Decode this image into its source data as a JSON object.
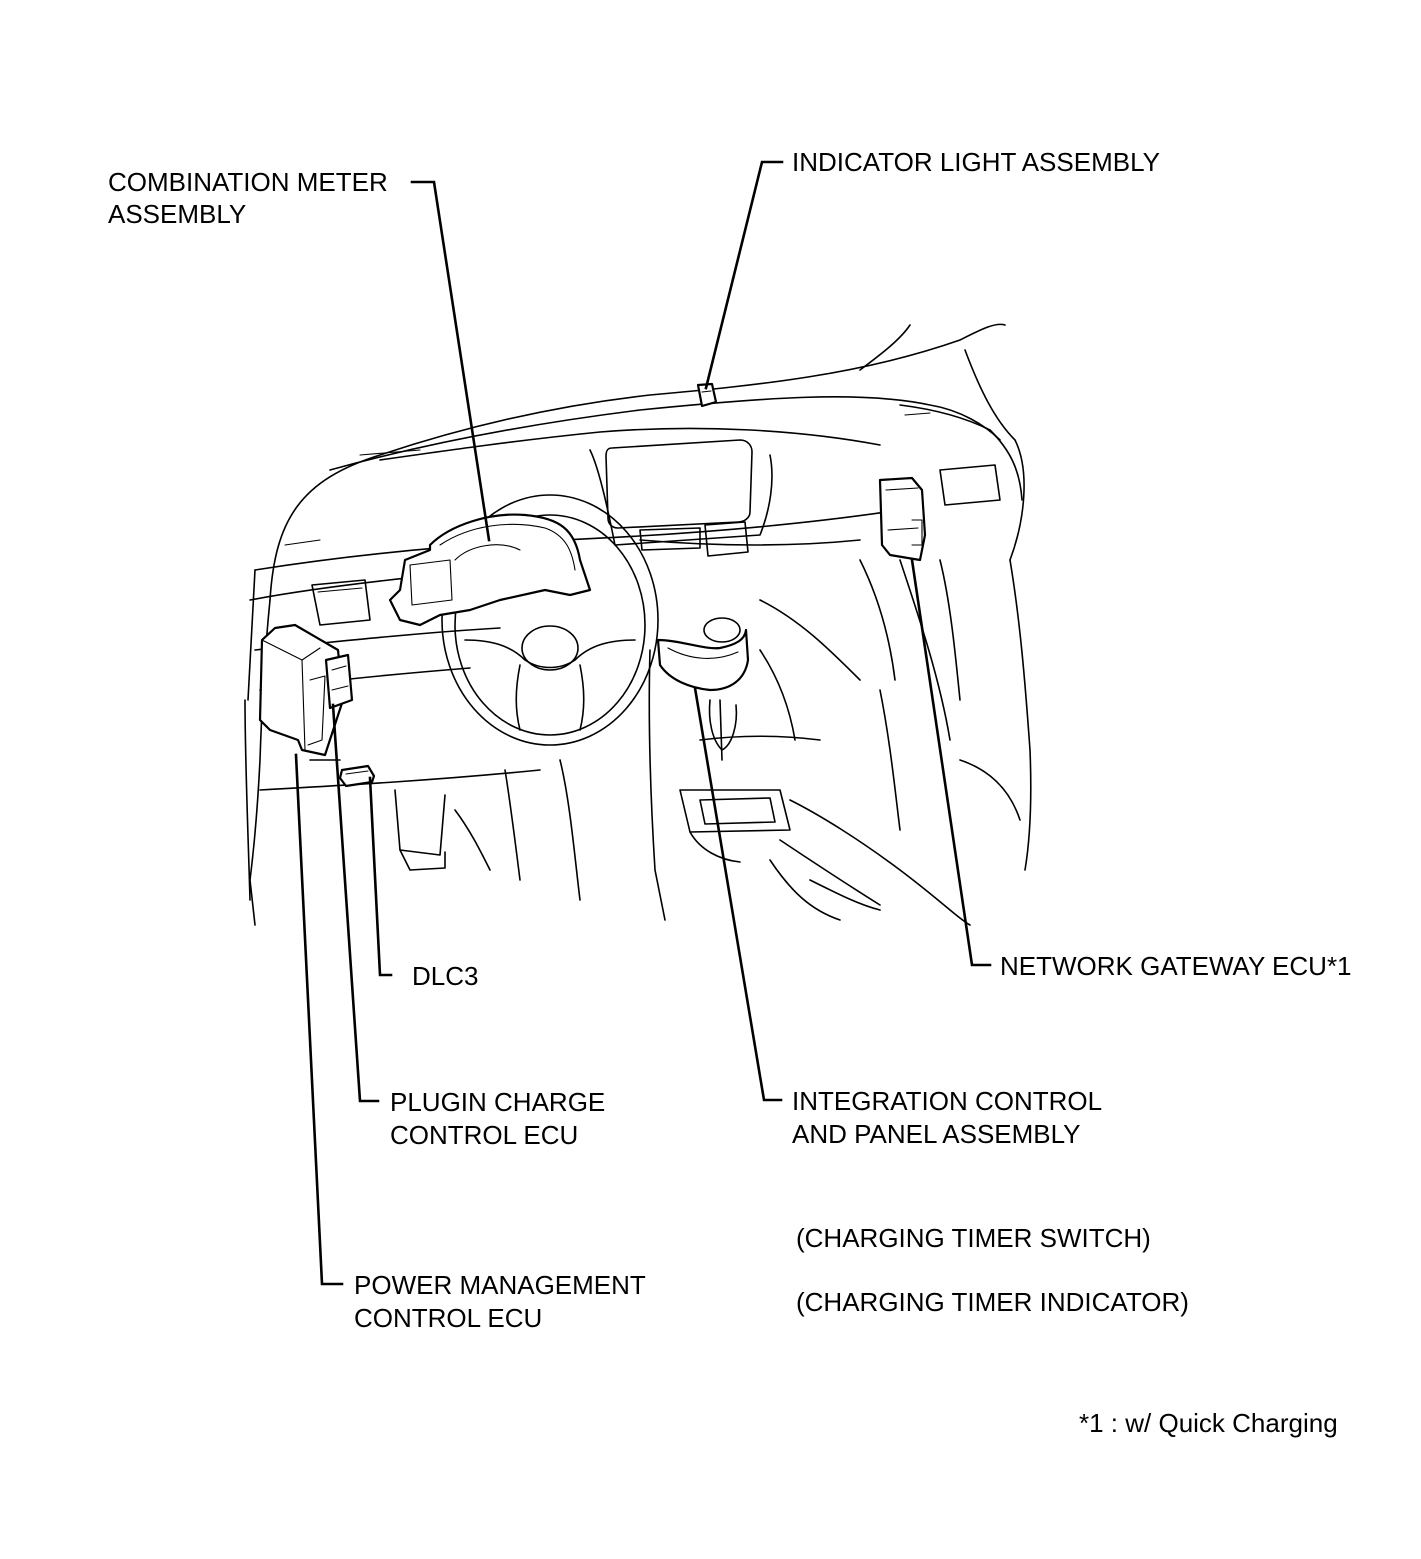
{
  "labels": {
    "combination_meter_line1": "COMBINATION METER",
    "combination_meter_line2": "ASSEMBLY",
    "indicator_light": "INDICATOR LIGHT ASSEMBLY",
    "dlc3": "DLC3",
    "network_gateway": "NETWORK GATEWAY ECU*1",
    "plugin_charge_line1": "PLUGIN CHARGE",
    "plugin_charge_line2": "CONTROL ECU",
    "integration_control_line1": "INTEGRATION CONTROL",
    "integration_control_line2": "AND PANEL ASSEMBLY",
    "charging_timer_switch": "(CHARGING TIMER SWITCH)",
    "charging_timer_indicator": "(CHARGING TIMER INDICATOR)",
    "power_management_line1": "POWER MANAGEMENT",
    "power_management_line2": "CONTROL ECU",
    "footnote": "*1 : w/ Quick Charging"
  }
}
